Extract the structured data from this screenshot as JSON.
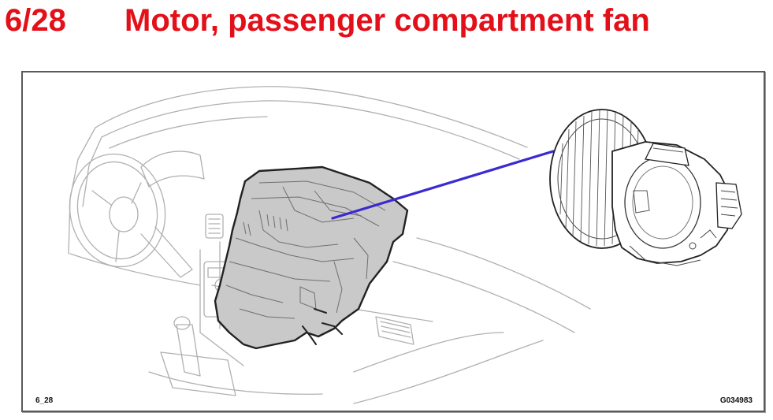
{
  "header": {
    "number": "6/28",
    "title": "Motor, passenger compartment fan"
  },
  "figure": {
    "label_left": "6_28",
    "label_right": "G034983",
    "subject": "passenger compartment fan motor located in heater/AC unit behind dashboard",
    "icons": {
      "dashboard": "dashboard-outline-drawing",
      "unit": "hvac-housing-highlighted",
      "motor": "blower-fan-motor-detail",
      "pointer": "pointer-line"
    }
  },
  "colors": {
    "title": "#e3101a",
    "pointer": "#3a2bd0",
    "highlight_fill": "#c9c9c9",
    "line_art": "#b0b0b0",
    "frame": "#5a5a5a"
  }
}
